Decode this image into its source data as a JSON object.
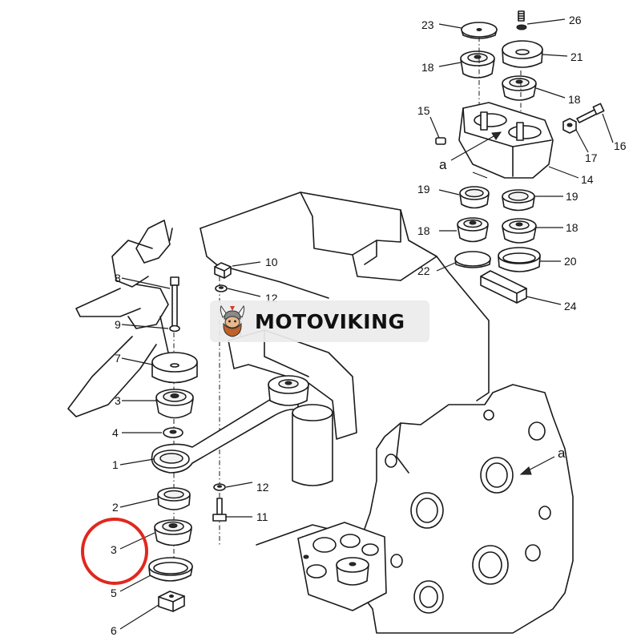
{
  "watermark": {
    "text": "MOTOVIKING",
    "logo": "viking-head-icon"
  },
  "highlight_color": "#e0281e",
  "callouts": {
    "c1": "1",
    "c2": "2",
    "c3a": "3",
    "c3b": "3",
    "c4": "4",
    "c5": "5",
    "c6": "6",
    "c7": "7",
    "c8": "8",
    "c9": "9",
    "c10": "10",
    "c11": "11",
    "c12a": "12",
    "c12b": "12",
    "c14": "14",
    "c15": "15",
    "c16": "16",
    "c17": "17",
    "c18a": "18",
    "c18b": "18",
    "c18c": "18",
    "c18d": "18",
    "c19a": "19",
    "c19b": "19",
    "c20": "20",
    "c21": "21",
    "c22": "22",
    "c23": "23",
    "c24": "24",
    "c26": "26",
    "ca1": "a",
    "ca2": "a"
  }
}
